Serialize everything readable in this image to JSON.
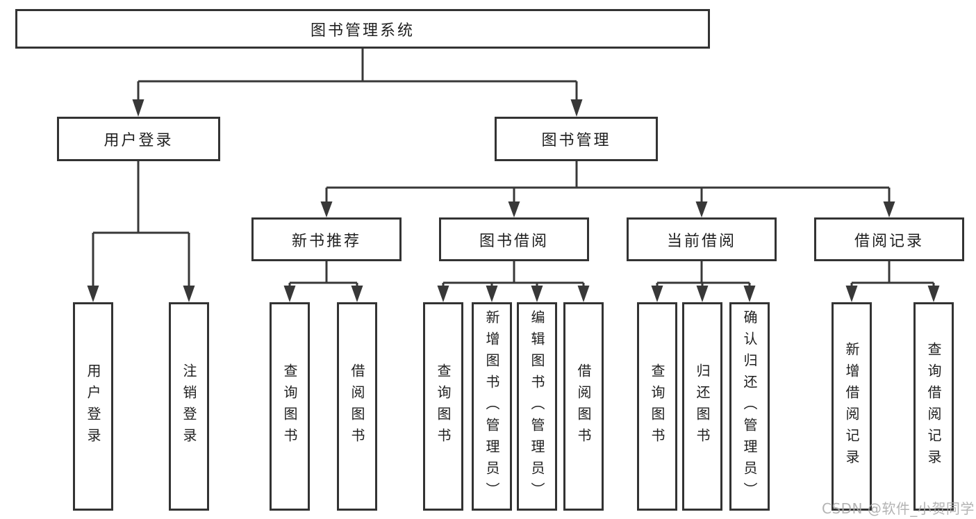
{
  "tree": {
    "label": "图书管理系统",
    "children": [
      {
        "label": "用户登录",
        "children": [
          {
            "label": "用户登录"
          },
          {
            "label": "注销登录"
          }
        ]
      },
      {
        "label": "图书管理",
        "children": [
          {
            "label": "新书推荐",
            "children": [
              {
                "label": "查询图书"
              },
              {
                "label": "借阅图书"
              }
            ]
          },
          {
            "label": "图书借阅",
            "children": [
              {
                "label": "查询图书"
              },
              {
                "label": "新增图书（管理员）"
              },
              {
                "label": "编辑图书（管理员）"
              },
              {
                "label": "借阅图书"
              }
            ]
          },
          {
            "label": "当前借阅",
            "children": [
              {
                "label": "查询图书"
              },
              {
                "label": "归还图书"
              },
              {
                "label": "确认归还（管理员）"
              }
            ]
          },
          {
            "label": "借阅记录",
            "children": [
              {
                "label": "新增借阅记录"
              },
              {
                "label": "查询借阅记录"
              }
            ]
          }
        ]
      }
    ]
  },
  "watermark": "CSDN @软件_小贺同学",
  "colors": {
    "line": "#383838",
    "box_border": "#333333",
    "text": "#1f1f1f",
    "watermark_text": "#ababab",
    "background": "#ffffff"
  }
}
